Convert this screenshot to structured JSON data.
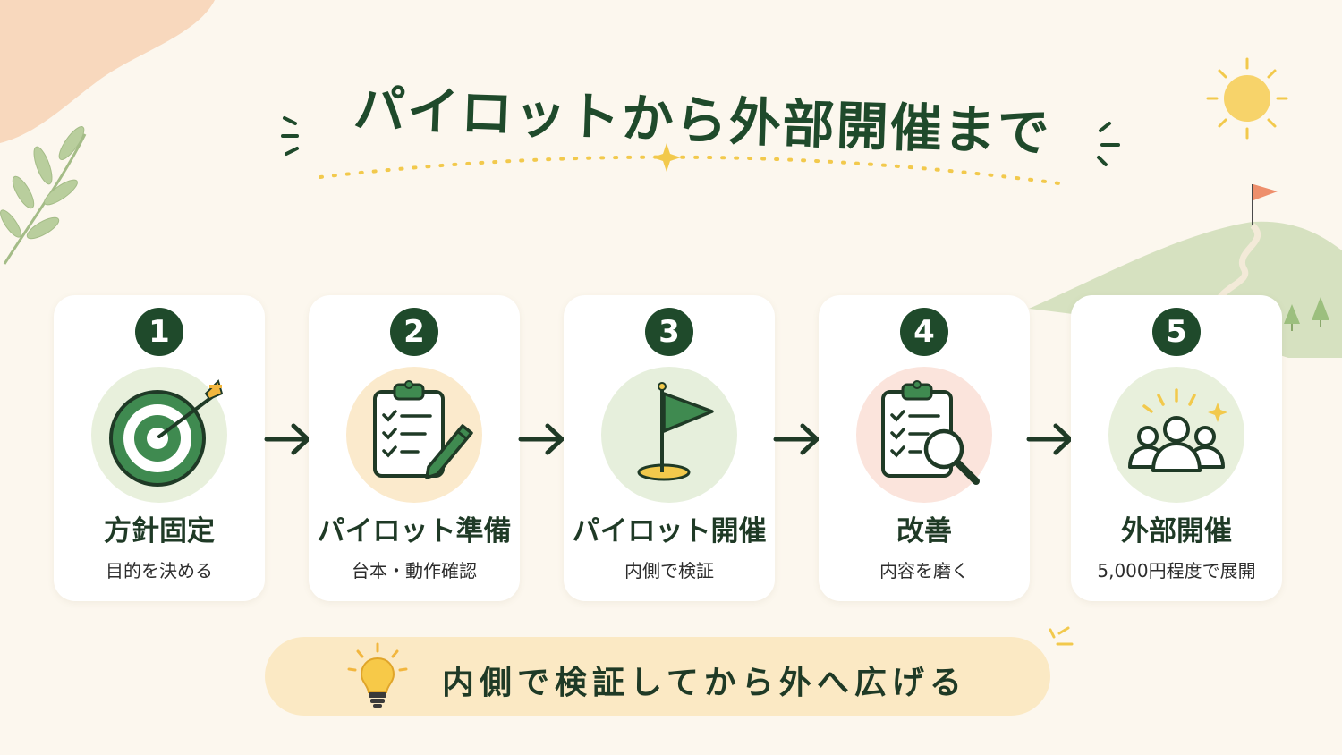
{
  "title": "パイロットから外部開催まで",
  "steps": [
    {
      "number": "1",
      "title": "方針固定",
      "subtitle": "目的を決める",
      "icon": "target-icon",
      "bg": "#e8f0dc"
    },
    {
      "number": "2",
      "title": "パイロット準備",
      "subtitle": "台本・動作確認",
      "icon": "clipboard-pencil-icon",
      "bg": "#fbeacc"
    },
    {
      "number": "3",
      "title": "パイロット開催",
      "subtitle": "内側で検証",
      "icon": "flag-icon",
      "bg": "#e6efdc"
    },
    {
      "number": "4",
      "title": "改善",
      "subtitle": "内容を磨く",
      "icon": "clipboard-magnifier-icon",
      "bg": "#fbe4dc"
    },
    {
      "number": "5",
      "title": "外部開催",
      "subtitle": "5,000円程度で展開",
      "icon": "people-icon",
      "bg": "#e8f0dc"
    }
  ],
  "banner": {
    "text": "内側で検証してから外へ広げる",
    "icon": "lightbulb-icon"
  },
  "colors": {
    "primary": "#1f4a2b",
    "background": "#fcf7ee",
    "accent": "#f2c94c",
    "banner": "#fbe9c4"
  }
}
